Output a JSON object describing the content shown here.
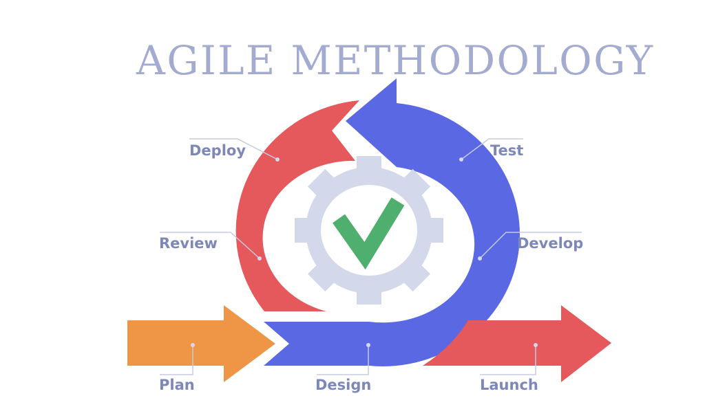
{
  "title": "AGILE  METHODOLOGY",
  "stages": {
    "deploy": "Deploy",
    "test": "Test",
    "review": "Review",
    "develop": "Develop",
    "plan": "Plan",
    "design": "Design",
    "launch": "Launch"
  },
  "colors": {
    "title": "#a3acd0",
    "label": "#7d88b8",
    "blue": "#5b68e3",
    "red": "#e5585b",
    "orange": "#ee9645",
    "gear": "#d3d9ea",
    "check": "#4faf6f"
  }
}
